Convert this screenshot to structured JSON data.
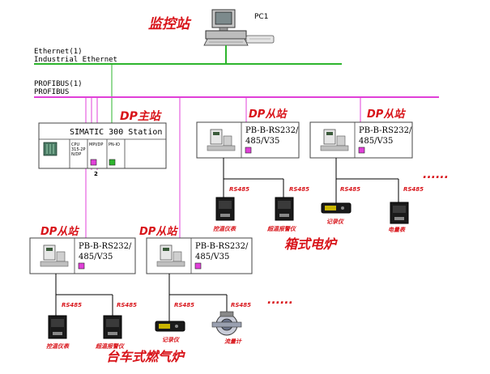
{
  "monitor_station": {
    "title": "监控站",
    "pc_label": "PC1"
  },
  "ethernet": {
    "line1": "Ethernet(1)",
    "line2": "Industrial Ethernet"
  },
  "profibus": {
    "line1": "PROFIBUS(1)",
    "line2": "PROFIBUS"
  },
  "master": {
    "title": "DP主站",
    "station_name": "SIMATIC 300 Station",
    "slots": {
      "cpu": [
        "CPU",
        "315-2P",
        "N/DP"
      ],
      "mpi": "MPI/DP",
      "pnio": "PN-IO"
    },
    "slot_number": "2"
  },
  "slave_title": "DP从站",
  "gateway": {
    "line1": "PB-B-RS232/",
    "line2": "485/V35"
  },
  "rs485": "RS485",
  "devices": {
    "temp_controller": "控温仪表",
    "over_temp_alarm": "超温报警仪",
    "recorder": "记录仪",
    "power_meter": "电量表",
    "flow_meter": "流量计"
  },
  "groups": {
    "box_furnace": "箱式电炉",
    "car_furnace": "台车式燃气炉"
  },
  "ellipsis": "......",
  "colors": {
    "ethernet": "#2db52d",
    "profibus": "#e040d8",
    "title_red": "#d8141a"
  }
}
